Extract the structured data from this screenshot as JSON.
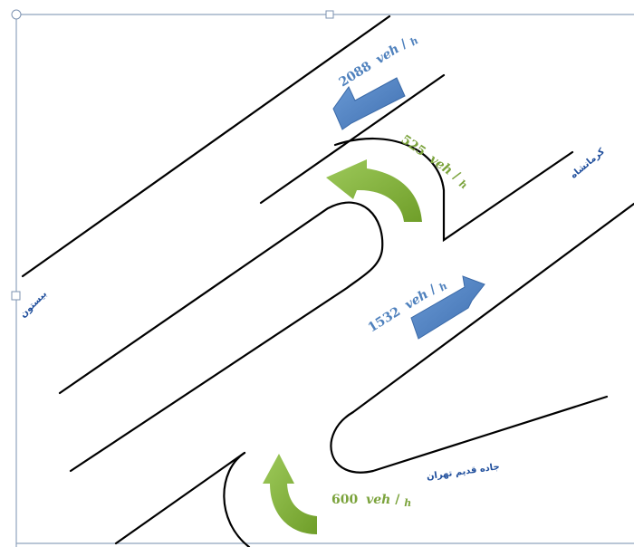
{
  "flows": {
    "top_main": {
      "value": "2088",
      "unit": "veh",
      "unit_denominator": "h"
    },
    "top_uturn": {
      "value": "525",
      "unit": "veh",
      "unit_denominator": "h"
    },
    "middle_main": {
      "value": "1532",
      "unit": "veh",
      "unit_denominator": "h"
    },
    "bottom_uturn": {
      "value": "600",
      "unit": "veh",
      "unit_denominator": "h"
    }
  },
  "places": {
    "left": "بیستون",
    "right_top": "کرمانشاه",
    "bottom_right": "جاده قدیم تهران"
  },
  "colors": {
    "main_arrow": "#4f81bd",
    "uturn_arrow": "#8cb63c",
    "road_line": "#000000",
    "place_text": "#1f4e9c",
    "main_flow_text": "#4f81bd",
    "uturn_flow_text": "#7ba33c"
  },
  "arrows": {
    "top_main": "left-down arrow",
    "middle_main": "right-up arrow",
    "top_uturn": "curved u-turn arrow",
    "bottom_uturn": "curved u-turn arrow"
  }
}
